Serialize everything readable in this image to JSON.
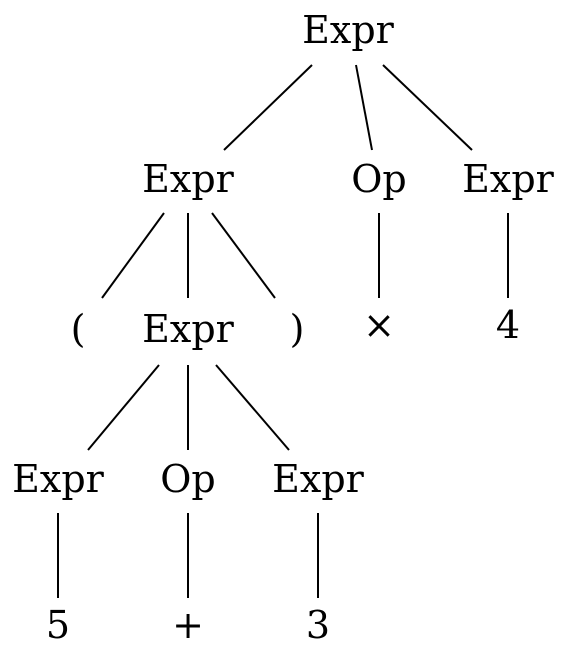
{
  "tree": {
    "root": "Expr",
    "left_expr": "Expr",
    "operator": "Op",
    "right_expr": "Expr",
    "open_paren": "(",
    "inner_expr": "Expr",
    "close_paren": ")",
    "times_symbol": "×",
    "four": "4",
    "inner_left_expr": "Expr",
    "inner_operator": "Op",
    "inner_right_expr": "Expr",
    "five": "5",
    "plus_symbol": "+",
    "three": "3"
  }
}
